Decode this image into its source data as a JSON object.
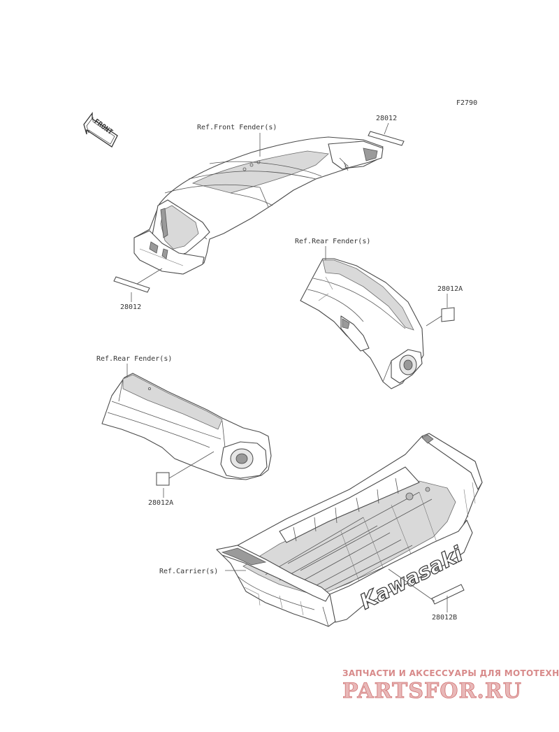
{
  "figure_code": "F2790",
  "front_arrow": {
    "label": "FRONT",
    "icon": "front-direction-arrow-icon"
  },
  "parts": {
    "front_fender": {
      "ref_label": "Ref.Front Fender(s)",
      "decal_top": "28012",
      "decal_bottom": "28012"
    },
    "rear_fender_right": {
      "ref_label": "Ref.Rear Fender(s)",
      "decal": "28012A"
    },
    "rear_fender_left": {
      "ref_label": "Ref.Rear Fender(s)",
      "decal": "28012A"
    },
    "carrier": {
      "ref_label": "Ref.Carrier(s)",
      "decal": "28012B",
      "brand_text": "Kawasaki"
    }
  },
  "watermark": {
    "tagline": "ЗАПЧАСТИ И АКСЕССУАРЫ ДЛЯ МОТОТЕХНИКИ",
    "logo": "PARTSFOR.RU"
  },
  "colors": {
    "line": "#4a4a4a",
    "text": "#333333",
    "watermark": "#d07070"
  }
}
